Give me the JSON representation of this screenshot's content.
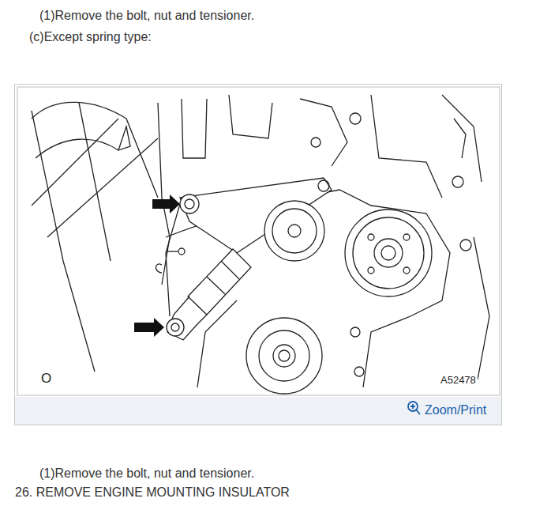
{
  "diagram": {
    "labels": [
      "(1)Remove the bolt, nut and tensioner.",
      "(c)Except spring type:",
      "O",
      "A52478",
      "Zoom/Print",
      "(1)Remove the bolt, nut and tensioner.",
      "26. REMOVE ENGINE MOUNTING INSULATOR"
    ]
  }
}
